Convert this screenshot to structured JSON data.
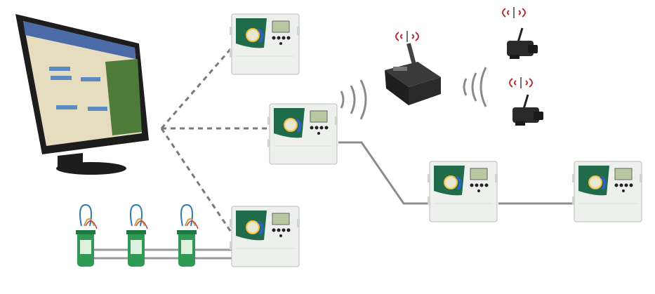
{
  "diagram": {
    "central_computer": {
      "icon": "desktop-monitor-icon"
    },
    "controllers": [
      {
        "icon": "irrigation-controller-icon",
        "link": "dashed"
      },
      {
        "icon": "irrigation-controller-icon",
        "link": "dashed"
      },
      {
        "icon": "irrigation-controller-icon",
        "link": "dashed"
      },
      {
        "icon": "irrigation-controller-icon",
        "link": "solid"
      },
      {
        "icon": "irrigation-controller-icon",
        "link": "solid"
      }
    ],
    "wireless_hub": {
      "icon": "wireless-hub-icon"
    },
    "wireless_sensors": [
      {
        "icon": "wireless-sensor-icon"
      },
      {
        "icon": "wireless-sensor-icon"
      }
    ],
    "decoders": [
      {
        "icon": "field-decoder-icon"
      },
      {
        "icon": "field-decoder-icon"
      },
      {
        "icon": "field-decoder-icon"
      }
    ],
    "colors": {
      "link_dashed": "#7a7a7a",
      "link_solid": "#8c8c8c",
      "controller_body": "#eef0ee",
      "controller_panel": "#1f6b4a",
      "signal": "#b03030",
      "decoder": "#2e9a55"
    }
  }
}
